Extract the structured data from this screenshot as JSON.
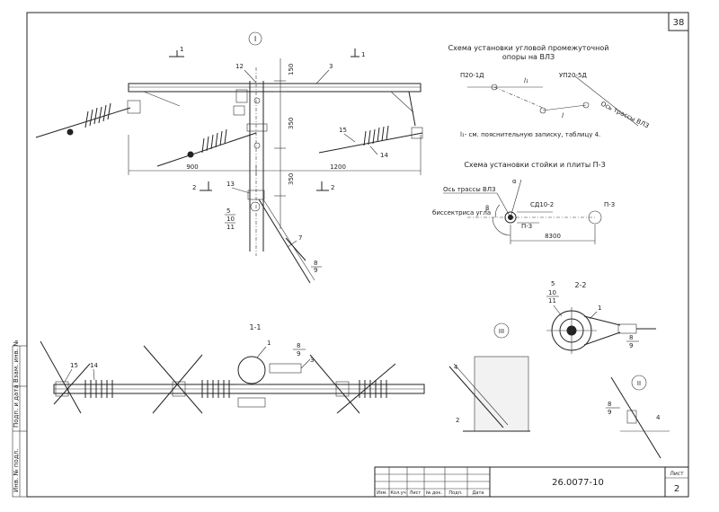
{
  "sheet_number": "38",
  "title_block": {
    "code": "26.0077-10",
    "sheet_label": "Лист",
    "sheet_value": "2",
    "cols": [
      "Изм.",
      "Кол.уч",
      "Лист",
      "№ док.",
      "Подп.",
      "Дата"
    ]
  },
  "side_stamp": [
    "Инв. № подл.",
    "Подп. и дата",
    "Взам. инв. №"
  ],
  "view1": {
    "callout": "I",
    "section_marks": [
      "1",
      "1",
      "2",
      "2"
    ],
    "dims": [
      "150",
      "350",
      "350",
      "900",
      "1200"
    ],
    "labels": [
      "12",
      "3",
      "15",
      "14",
      "13",
      "5",
      "10",
      "11",
      "7",
      "8",
      "9"
    ]
  },
  "scheme_angle": {
    "title_line1": "Схема установки угловой промежуточной",
    "title_line2": "опоры на ВЛЗ",
    "p20": "П20-1Д",
    "up20": "УП20-5Д",
    "l1": "l₁",
    "l": "l",
    "axis": "Ось трассы ВЛЗ",
    "note": "l₁- см. пояснительную записку, таблицу 4."
  },
  "scheme_stand": {
    "title": "Схема установки стойки и плиты П-3",
    "axis": "Ось трассы ВЛЗ",
    "alpha": "α",
    "beta": "β",
    "sd": "СД10-2",
    "p3a": "П-3",
    "p3b": "П-3",
    "bisector": "биссектриса угла",
    "dist": "8300"
  },
  "section11": {
    "title": "1-1",
    "labels": [
      "15",
      "14",
      "1",
      "8",
      "9",
      "3"
    ]
  },
  "section22": {
    "title": "2-2",
    "labels": [
      "5",
      "10",
      "11",
      "1",
      "8",
      "9"
    ]
  },
  "detail3": {
    "callout": "III",
    "labels": [
      "4",
      "2"
    ]
  },
  "detail2": {
    "callout": "II",
    "labels": [
      "8",
      "9",
      "4"
    ]
  }
}
